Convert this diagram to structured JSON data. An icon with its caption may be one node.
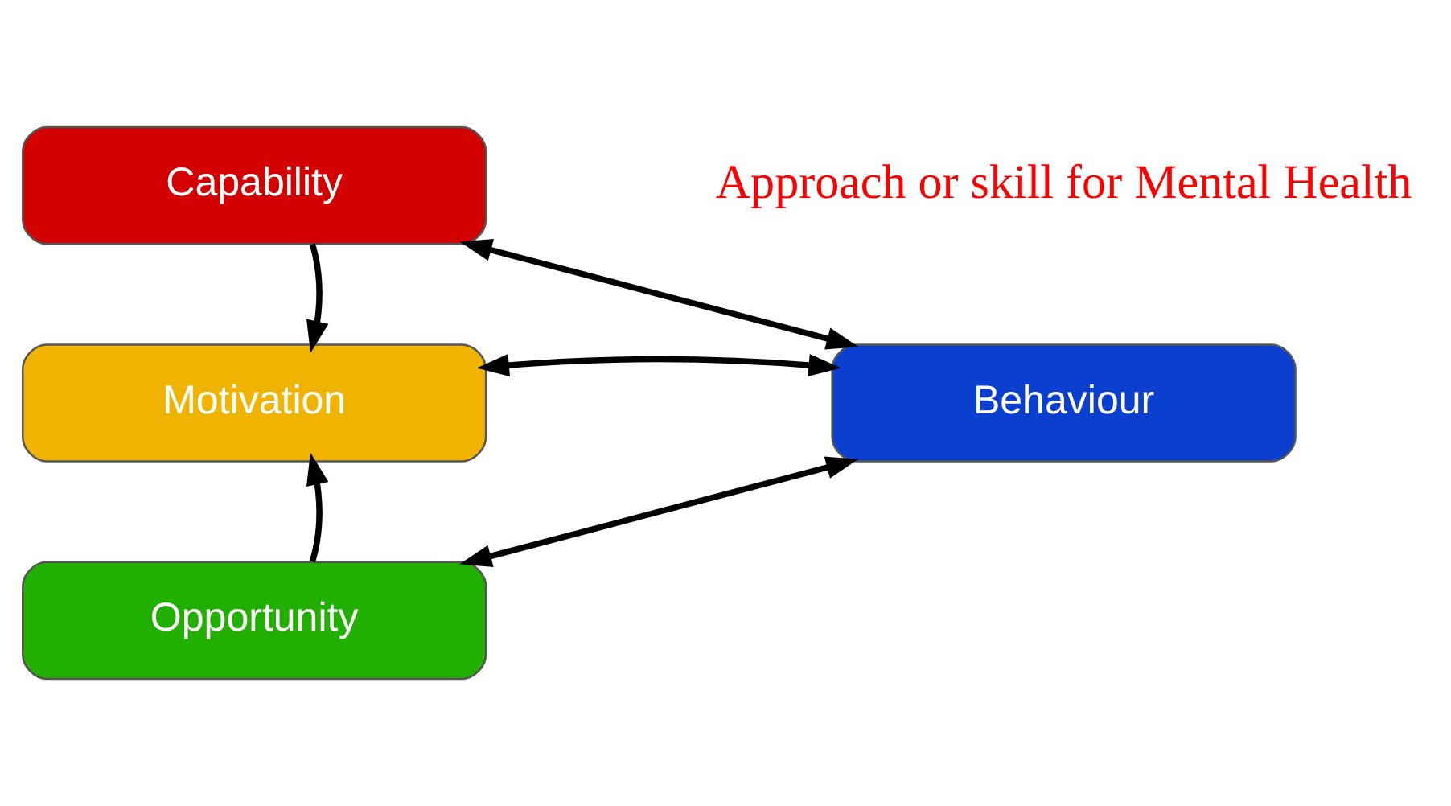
{
  "diagram": {
    "nodes": [
      {
        "text": [
          "Capability"
        ]
      },
      {
        "text": [
          "Motivation"
        ]
      },
      {
        "text": [
          "Opportunity"
        ]
      },
      {
        "text": [
          "Behaviour"
        ]
      }
    ],
    "edges": [
      {
        "from": 0,
        "to": 1,
        "arrow": "to"
      },
      {
        "from": 2,
        "to": 1,
        "arrow": "to"
      },
      {
        "from": 0,
        "to": 3,
        "arrow": "both"
      },
      {
        "from": 1,
        "to": 3,
        "arrow": "both"
      },
      {
        "from": 2,
        "to": 3,
        "arrow": "both"
      }
    ],
    "labels": [
      "Approach or skill for Mental Health"
    ]
  }
}
